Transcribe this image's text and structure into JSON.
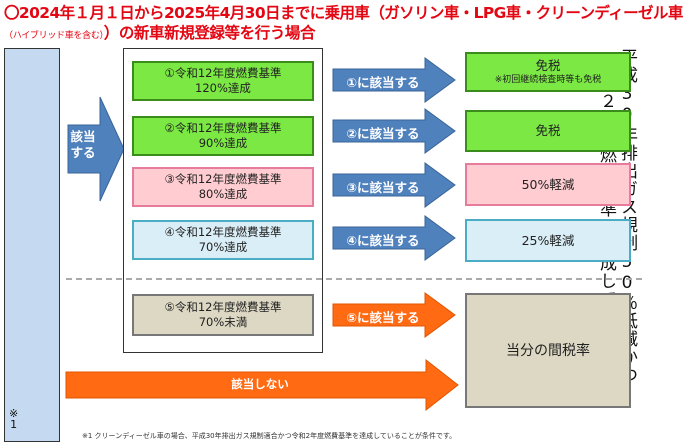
{
  "title": {
    "line1": "〇2024年１月１日から2025年4月30日までに乗用車（ガソリン車・LPG車・クリーンディーゼル車",
    "line2_small": "（ハイブリッド車を含む）",
    "line2_main": "）の新車新規登録等を行う場合"
  },
  "condition": {
    "column1": "平成30年排出ガス規制50％低減かつ",
    "column2": "令和２年度燃費基準を達成している",
    "note_mark": "※",
    "note_num": "1"
  },
  "applies_arrow": {
    "line1": "該当",
    "line2": "する"
  },
  "standards": [
    {
      "line1": "①令和12年度燃費基準",
      "line2": "120%達成",
      "color": "#7be843"
    },
    {
      "line1": "②令和12年度燃費基準",
      "line2": "90%達成",
      "color": "#7be843"
    },
    {
      "line1": "③令和12年度燃費基準",
      "line2": "80%達成",
      "color": "#ffcdd1"
    },
    {
      "line1": "④令和12年度燃費基準",
      "line2": "70%達成",
      "color": "#daeef7"
    },
    {
      "line1": "⑤令和12年度燃費基準",
      "line2": "70%未満",
      "color": "#ddd8c4"
    }
  ],
  "arrows": [
    {
      "label": "①に該当する",
      "color": "#4f81bd"
    },
    {
      "label": "②に該当する",
      "color": "#4f81bd"
    },
    {
      "label": "③に該当する",
      "color": "#4f81bd"
    },
    {
      "label": "④に該当する",
      "color": "#4f81bd"
    },
    {
      "label": "⑤に該当する",
      "color": "#ff6a13"
    }
  ],
  "results": [
    {
      "main": "免税",
      "sub": "※初回継続検査時等も免税"
    },
    {
      "main": "免税"
    },
    {
      "main": "50%軽減"
    },
    {
      "main": "25%軽減"
    },
    {
      "main": "当分の間税率"
    }
  ],
  "not_applicable_arrow": {
    "label": "該当しない",
    "color": "#ff6a13"
  },
  "footnote": "※1  クリーンディーゼル車の場合、平成30年排出ガス規制適合かつ令和2年度燃費基準を達成していることが条件です。"
}
